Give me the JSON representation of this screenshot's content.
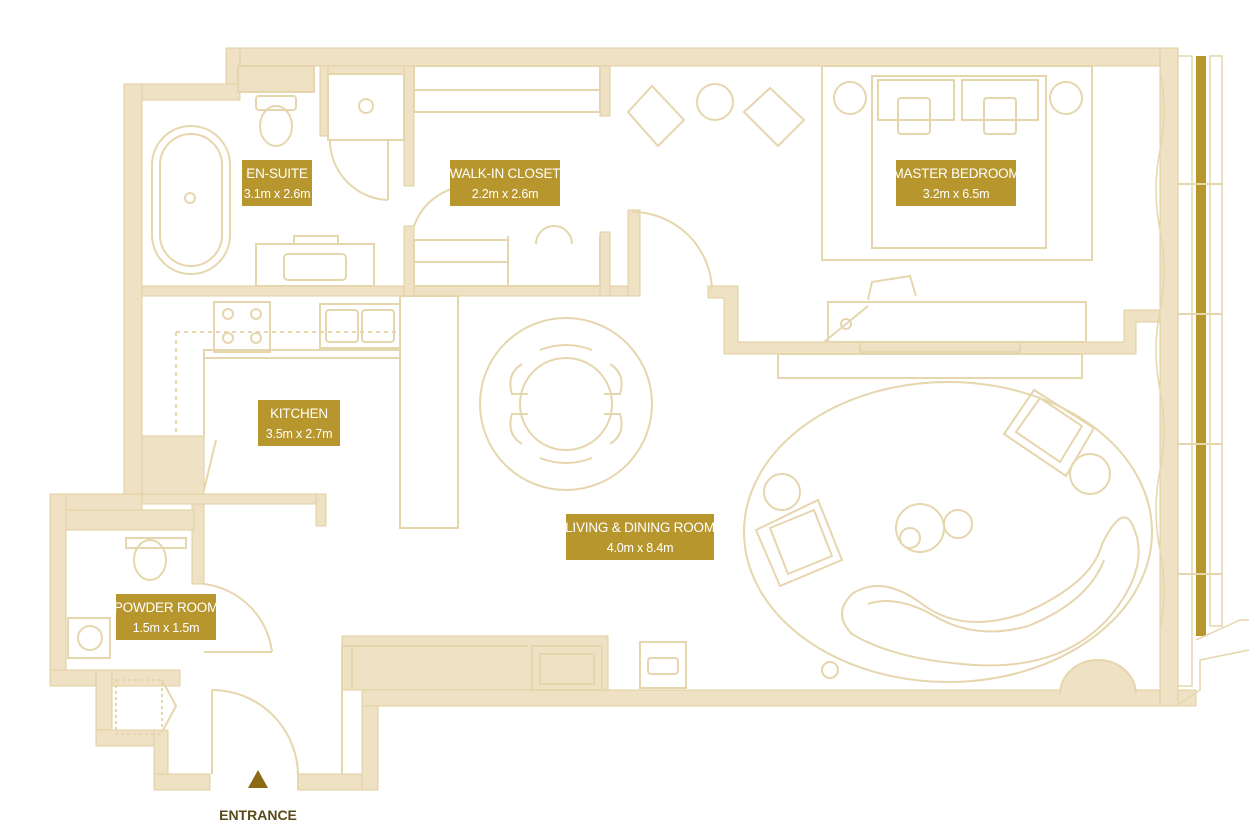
{
  "rooms": {
    "ensuite": {
      "name": "EN-SUITE",
      "size": "3.1m x 2.6m"
    },
    "walkin_closet": {
      "name": "WALK-IN CLOSET",
      "size": "2.2m x 2.6m"
    },
    "master_bedroom": {
      "name": "MASTER BEDROOM",
      "size": "3.2m x 6.5m"
    },
    "kitchen": {
      "name": "KITCHEN",
      "size": "3.5m x 2.7m"
    },
    "living_dining": {
      "name": "LIVING & DINING ROOM",
      "size": "4.0m x 8.4m"
    },
    "powder_room": {
      "name": "POWDER ROOM",
      "size": "1.5m x 1.5m"
    }
  },
  "entrance": {
    "label": "ENTRANCE"
  },
  "colors": {
    "wall": "#efe2c4",
    "wall_edge": "#e2cf9f",
    "line": "#e6d6ad",
    "label": "#b8962e",
    "accent": "#9a7a1a",
    "marker": "#8a6a14"
  }
}
